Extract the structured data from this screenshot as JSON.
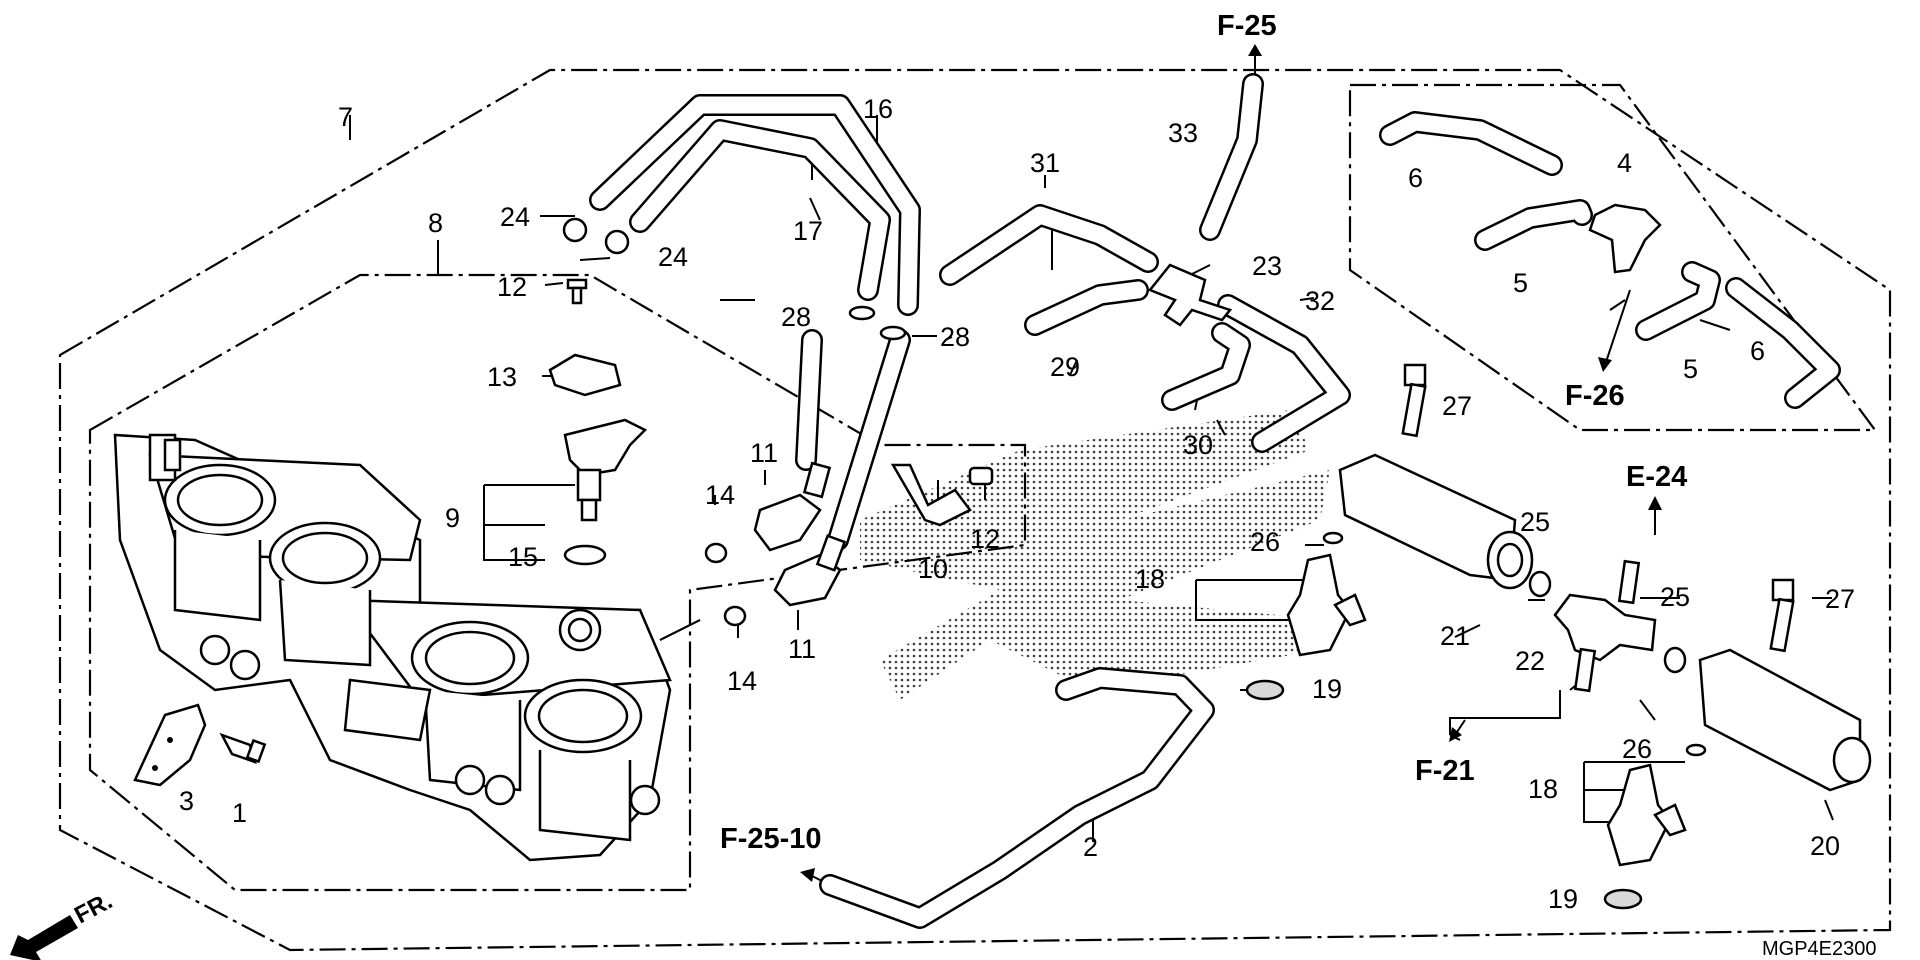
{
  "part_numbers": [
    "1",
    "2",
    "3",
    "4",
    "5",
    "6",
    "7",
    "8",
    "9",
    "10",
    "11",
    "12",
    "13",
    "14",
    "15",
    "16",
    "17",
    "18",
    "19",
    "20",
    "21",
    "22",
    "23",
    "24",
    "25",
    "26",
    "27",
    "28",
    "29",
    "30",
    "31",
    "32",
    "33"
  ],
  "references": {
    "f25": "F-25",
    "f26": "F-26",
    "f21": "F-21",
    "f2510": "F-25-10",
    "e24": "E-24"
  },
  "front_marker": "FR.",
  "diagram_code": "MGP4E2300"
}
